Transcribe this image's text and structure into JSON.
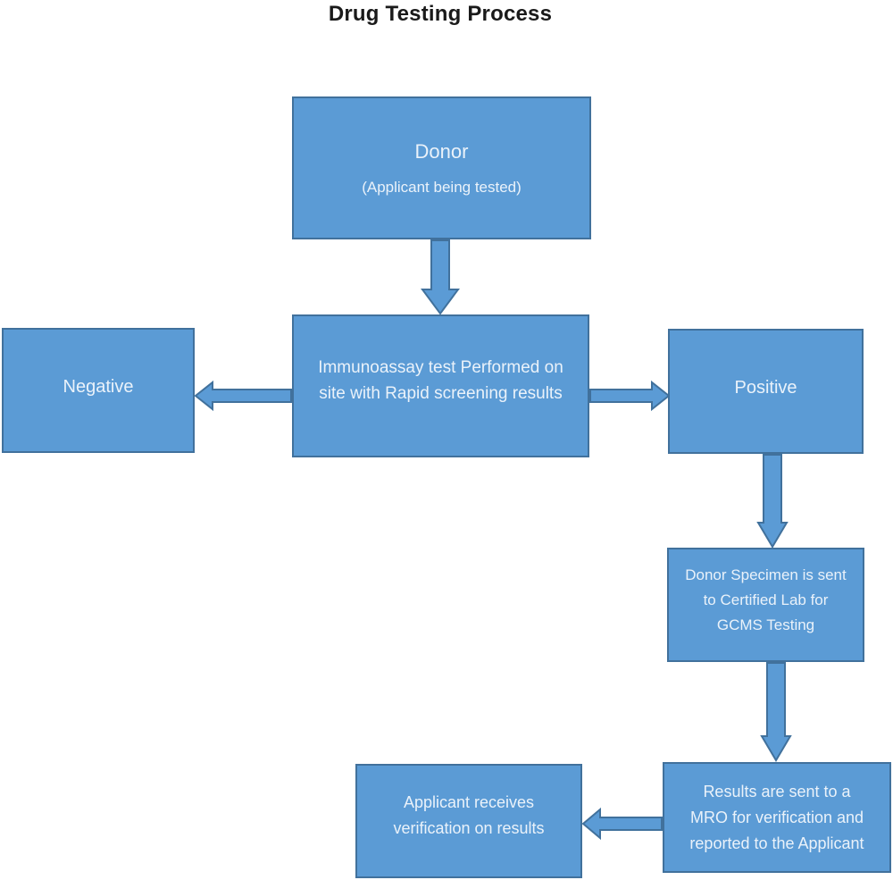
{
  "title": "Drug Testing Process",
  "palette": {
    "node_fill": "#5b9bd5",
    "node_border": "#41719c",
    "node_text": "#eaf2fa",
    "title_text": "#1a1a1a",
    "background": "#ffffff"
  },
  "nodes": {
    "donor": {
      "title": "Donor",
      "subtitle": "(Applicant being tested)"
    },
    "immunoassay": {
      "lines": [
        "Immunoassay test Performed on",
        "site with Rapid screening results"
      ]
    },
    "negative": {
      "label": "Negative"
    },
    "positive": {
      "label": "Positive"
    },
    "specimen": {
      "lines": [
        "Donor Specimen is sent",
        "to Certified Lab for",
        "GCMS Testing"
      ]
    },
    "results": {
      "lines": [
        "Results are sent to a",
        "MRO for verification and",
        "reported to the Applicant"
      ]
    },
    "applicant": {
      "lines": [
        "Applicant receives",
        "verification on results"
      ]
    }
  },
  "connections": [
    {
      "from": "donor",
      "to": "immunoassay",
      "direction": "down"
    },
    {
      "from": "immunoassay",
      "to": "negative",
      "direction": "left"
    },
    {
      "from": "immunoassay",
      "to": "positive",
      "direction": "right"
    },
    {
      "from": "positive",
      "to": "specimen",
      "direction": "down"
    },
    {
      "from": "specimen",
      "to": "results",
      "direction": "down"
    },
    {
      "from": "results",
      "to": "applicant",
      "direction": "left"
    }
  ]
}
